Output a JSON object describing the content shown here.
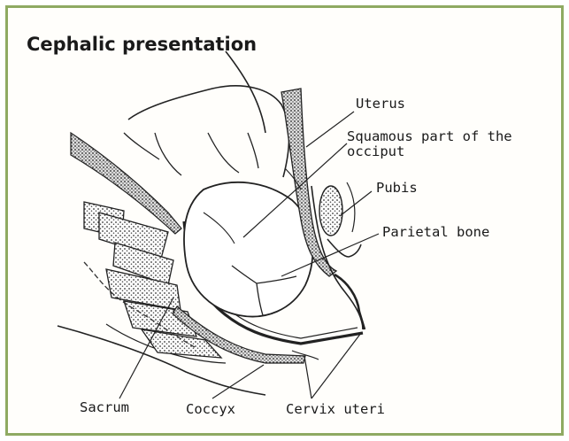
{
  "title": "Cephalic presentation",
  "labels": {
    "uterus": "Uterus",
    "squamous_line1": "Squamous part of the",
    "squamous_line2": "occiput",
    "pubis": "Pubis",
    "parietal_bone": "Parietal bone",
    "sacrum": "Sacrum",
    "coccyx": "Coccyx",
    "cervix_uteri": "Cervix uteri"
  },
  "colors": {
    "frame_border": "#8faa62",
    "ink": "#1a1a1a",
    "background": "#fffefb"
  }
}
